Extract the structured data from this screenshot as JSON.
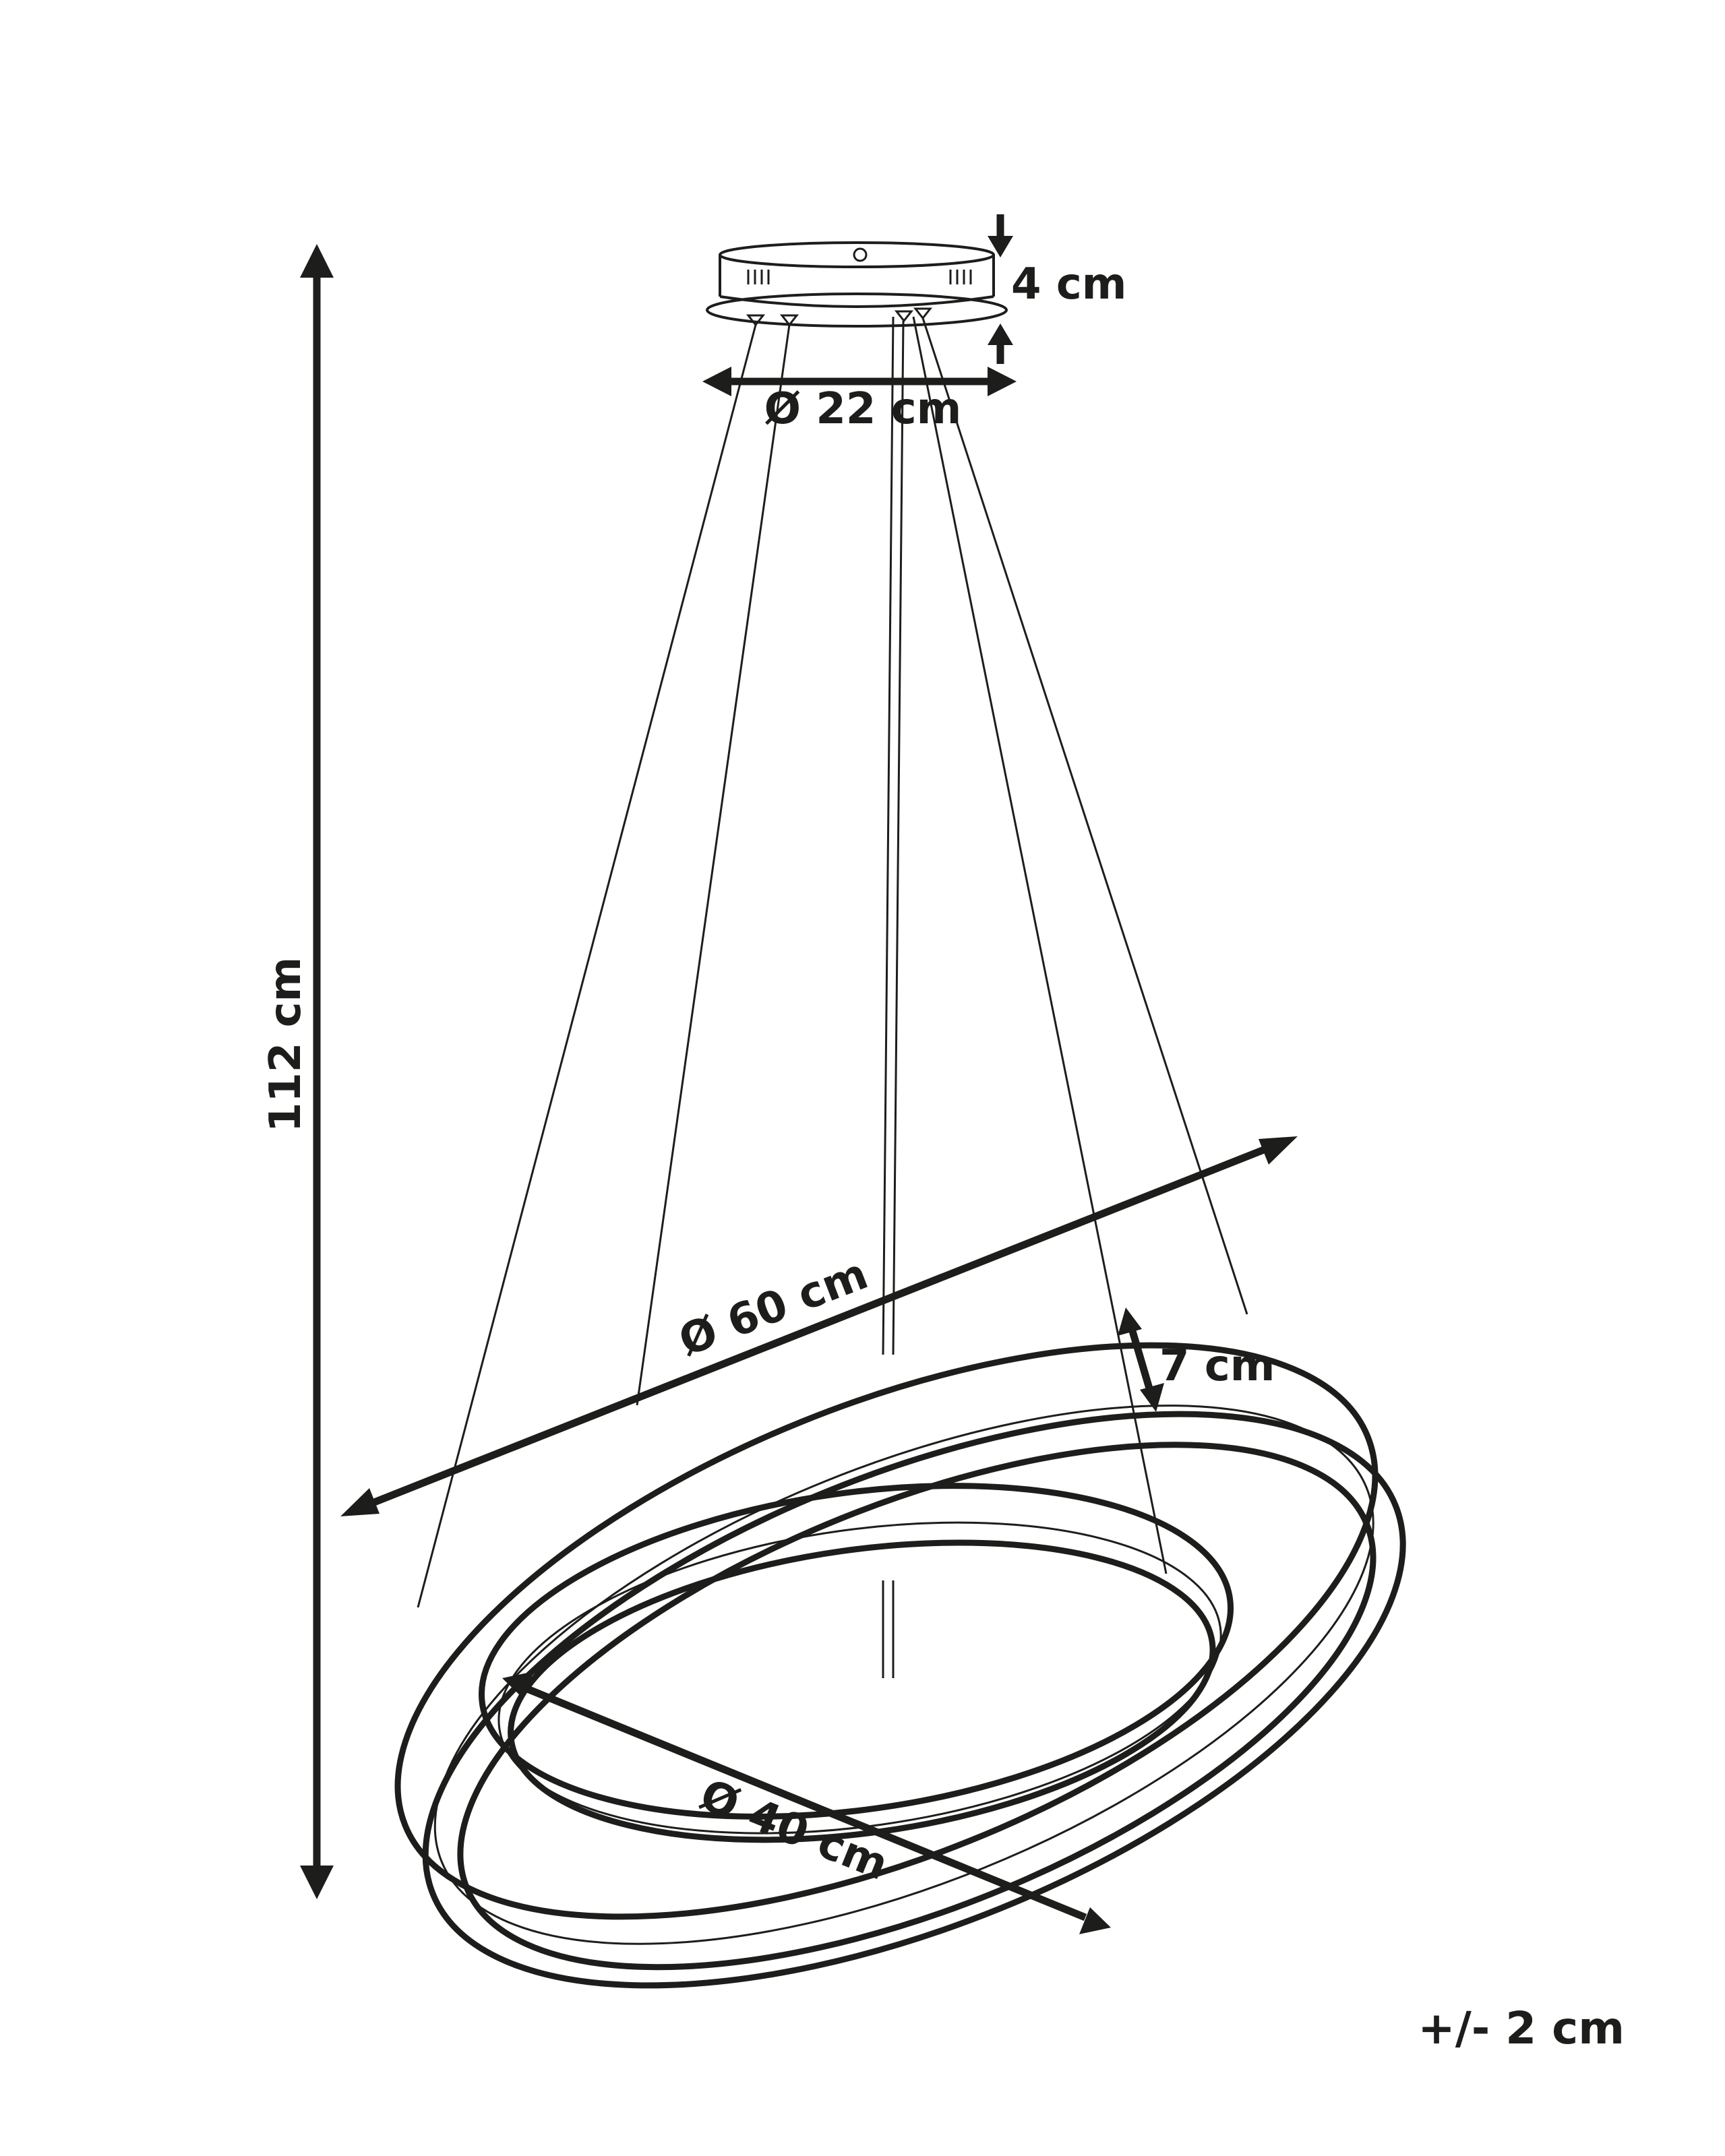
{
  "dimensions": {
    "height_total": "112 cm",
    "canopy_height": "4 cm",
    "canopy_diameter": "Ø 22 cm",
    "outer_ring_diameter": "Ø 60 cm",
    "ring_height": "7 cm",
    "inner_ring_diameter": "Ø 40 cm"
  },
  "tolerance": "+/- 2 cm",
  "colors": {
    "line": "#1d1d1b",
    "background": "#ffffff"
  }
}
